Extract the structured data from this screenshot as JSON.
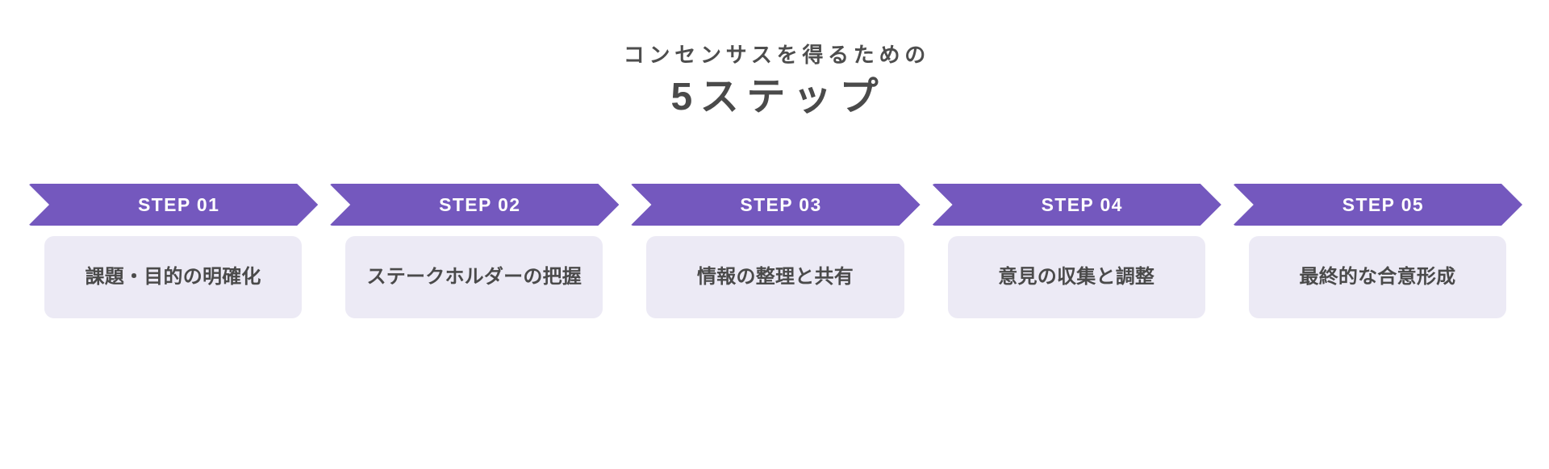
{
  "header": {
    "eyebrow": "コンセンサスを得るための",
    "title": "5ステップ"
  },
  "colors": {
    "arrow_purple": "#7458be",
    "card_lavender": "#eceaf5",
    "text_dark": "#4a4a4a",
    "arrow_label": "#ffffff",
    "background": "#ffffff"
  },
  "steps": [
    {
      "arrow_label": "STEP 01",
      "card_text": "課題・目的の明確化"
    },
    {
      "arrow_label": "STEP 02",
      "card_text": "ステークホルダーの把握"
    },
    {
      "arrow_label": "STEP 03",
      "card_text": "情報の整理と共有"
    },
    {
      "arrow_label": "STEP 04",
      "card_text": "意見の収集と調整"
    },
    {
      "arrow_label": "STEP 05",
      "card_text": "最終的な合意形成"
    }
  ]
}
